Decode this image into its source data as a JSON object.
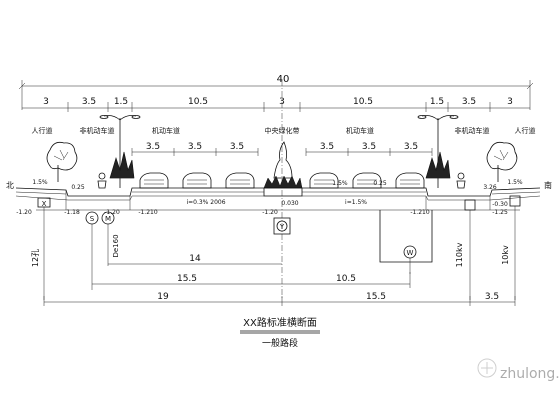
{
  "dimensions": {
    "total_width": "40",
    "segments": [
      "3",
      "3.5",
      "1.5",
      "10.5",
      "3",
      "10.5",
      "1.5",
      "3.5",
      "3"
    ],
    "motor_lanes_left": [
      "3.5",
      "3.5",
      "3.5"
    ],
    "motor_lanes_right": [
      "3.5",
      "3.5",
      "3.5"
    ],
    "pipe_offsets": [
      "14",
      "10.5"
    ],
    "pipe_offsets_2": [
      "15.5",
      "15.5"
    ],
    "bottom_dims": [
      "19",
      "15.5",
      "3.5"
    ]
  },
  "zones": {
    "sidewalk_left": "人行道",
    "bike_left": "非机动车道",
    "motor_left": "机动车道",
    "median": "中央绿化带",
    "motor_right": "机动车道",
    "bike_right": "非机动车道",
    "sidewalk_right": "人行道"
  },
  "orientation": {
    "north": "北",
    "south": "南"
  },
  "elevations": {
    "left_walk": "1.5%",
    "left_curb": "0.25",
    "left_motor_slope": "i=0.3% 2006",
    "median_level": "0.030",
    "right_motor_slope": "1.5%",
    "right_gutter": "i=1.5%",
    "right_curb": "0.25",
    "right_walk": "1.5%",
    "depth_left_outer": "-1.20",
    "depth_left_a": "-1.18",
    "depth_left_b": "-1.20",
    "depth_left_c": "-1.210",
    "depth_median": "-1.20",
    "depth_right_a": "-1.210",
    "depth_right_outer": "-1.25",
    "depth_right_b": "-0.30",
    "right_edge": "3.26"
  },
  "pipes": {
    "sewer": "S",
    "storm": "M",
    "water_y": "Y",
    "water_w": "W",
    "pipe_size": "De160",
    "x_marker": "X",
    "left_cable": "12孔",
    "right_cable_a": "110kv",
    "right_cable_b": "10kv"
  },
  "caption": {
    "title": "XX路标准横断面",
    "subtitle": "一般路段"
  },
  "watermark": "zhulong.com"
}
